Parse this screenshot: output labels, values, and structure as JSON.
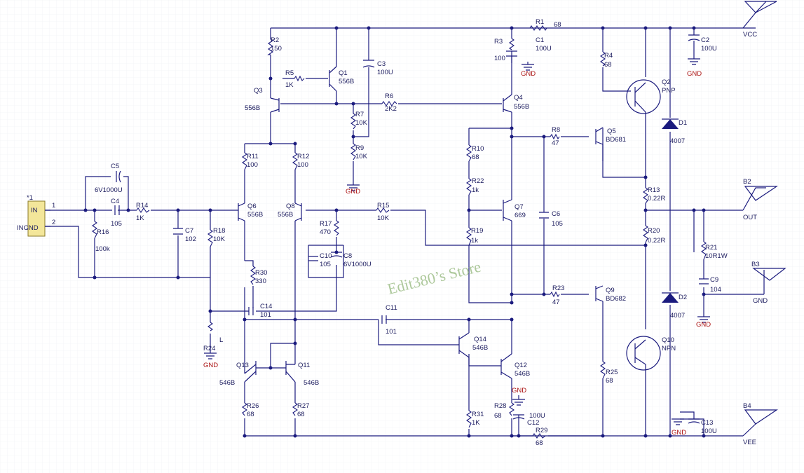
{
  "watermark": "Edit380’s Store",
  "connector": {
    "ref": "*1",
    "pin1_name": "IN",
    "pin2_name": "INGND",
    "pin1_num": "1",
    "pin2_num": "2"
  },
  "nets": {
    "vcc": "VCC",
    "vee": "VEE",
    "out": "OUT",
    "gnd": "GND",
    "b2": "B2",
    "b3": "B3",
    "b4": "B4"
  },
  "resistors": [
    {
      "ref": "R1",
      "value": "68"
    },
    {
      "ref": "R2",
      "value": "150"
    },
    {
      "ref": "R3",
      "value": "100"
    },
    {
      "ref": "R4",
      "value": "68"
    },
    {
      "ref": "R5",
      "value": "1K"
    },
    {
      "ref": "R6",
      "value": "2K2"
    },
    {
      "ref": "R7",
      "value": "10K"
    },
    {
      "ref": "R8",
      "value": "47"
    },
    {
      "ref": "R9",
      "value": "10K"
    },
    {
      "ref": "R10",
      "value": "68"
    },
    {
      "ref": "R11",
      "value": "100"
    },
    {
      "ref": "R12",
      "value": "100"
    },
    {
      "ref": "R13",
      "value": "0.22R"
    },
    {
      "ref": "R14",
      "value": "1K"
    },
    {
      "ref": "R15",
      "value": "10K"
    },
    {
      "ref": "R16",
      "value": "100k"
    },
    {
      "ref": "R17",
      "value": "470"
    },
    {
      "ref": "R18",
      "value": "10K"
    },
    {
      "ref": "R19",
      "value": "1k"
    },
    {
      "ref": "R20",
      "value": "0.22R"
    },
    {
      "ref": "R21",
      "value": "10R1W"
    },
    {
      "ref": "R22",
      "value": "1k"
    },
    {
      "ref": "R23",
      "value": "47"
    },
    {
      "ref": "R24",
      "value": "L"
    },
    {
      "ref": "R25",
      "value": "68"
    },
    {
      "ref": "R26",
      "value": "68"
    },
    {
      "ref": "R27",
      "value": "68"
    },
    {
      "ref": "R28",
      "value": "68"
    },
    {
      "ref": "R29",
      "value": "68"
    },
    {
      "ref": "R30",
      "value": "330"
    },
    {
      "ref": "R31",
      "value": "1K"
    }
  ],
  "capacitors": [
    {
      "ref": "C1",
      "value": "100U"
    },
    {
      "ref": "C2",
      "value": "100U"
    },
    {
      "ref": "C3",
      "value": "100U"
    },
    {
      "ref": "C4",
      "value": "105"
    },
    {
      "ref": "C5",
      "value": "6V1000U"
    },
    {
      "ref": "C6",
      "value": "105"
    },
    {
      "ref": "C7",
      "value": "102"
    },
    {
      "ref": "C8",
      "value": "6V1000U"
    },
    {
      "ref": "C9",
      "value": "104"
    },
    {
      "ref": "C10",
      "value": "105"
    },
    {
      "ref": "C11",
      "value": "101"
    },
    {
      "ref": "C12",
      "value": "100U"
    },
    {
      "ref": "C13",
      "value": "100U"
    },
    {
      "ref": "C14",
      "value": "101"
    }
  ],
  "transistors": [
    {
      "ref": "Q1",
      "value": "556B"
    },
    {
      "ref": "Q2",
      "value": "PNP"
    },
    {
      "ref": "Q3",
      "value": "556B"
    },
    {
      "ref": "Q4",
      "value": "556B"
    },
    {
      "ref": "Q5",
      "value": "BD681"
    },
    {
      "ref": "Q6",
      "value": "556B"
    },
    {
      "ref": "Q7",
      "value": "669"
    },
    {
      "ref": "Q8",
      "value": "556B"
    },
    {
      "ref": "Q9",
      "value": "BD682"
    },
    {
      "ref": "Q10",
      "value": "NPN"
    },
    {
      "ref": "Q11",
      "value": "546B"
    },
    {
      "ref": "Q12",
      "value": "546B"
    },
    {
      "ref": "Q13",
      "value": "546B"
    },
    {
      "ref": "Q14",
      "value": "546B"
    }
  ],
  "diodes": [
    {
      "ref": "D1",
      "value": "4007"
    },
    {
      "ref": "D2",
      "value": "4007"
    }
  ]
}
